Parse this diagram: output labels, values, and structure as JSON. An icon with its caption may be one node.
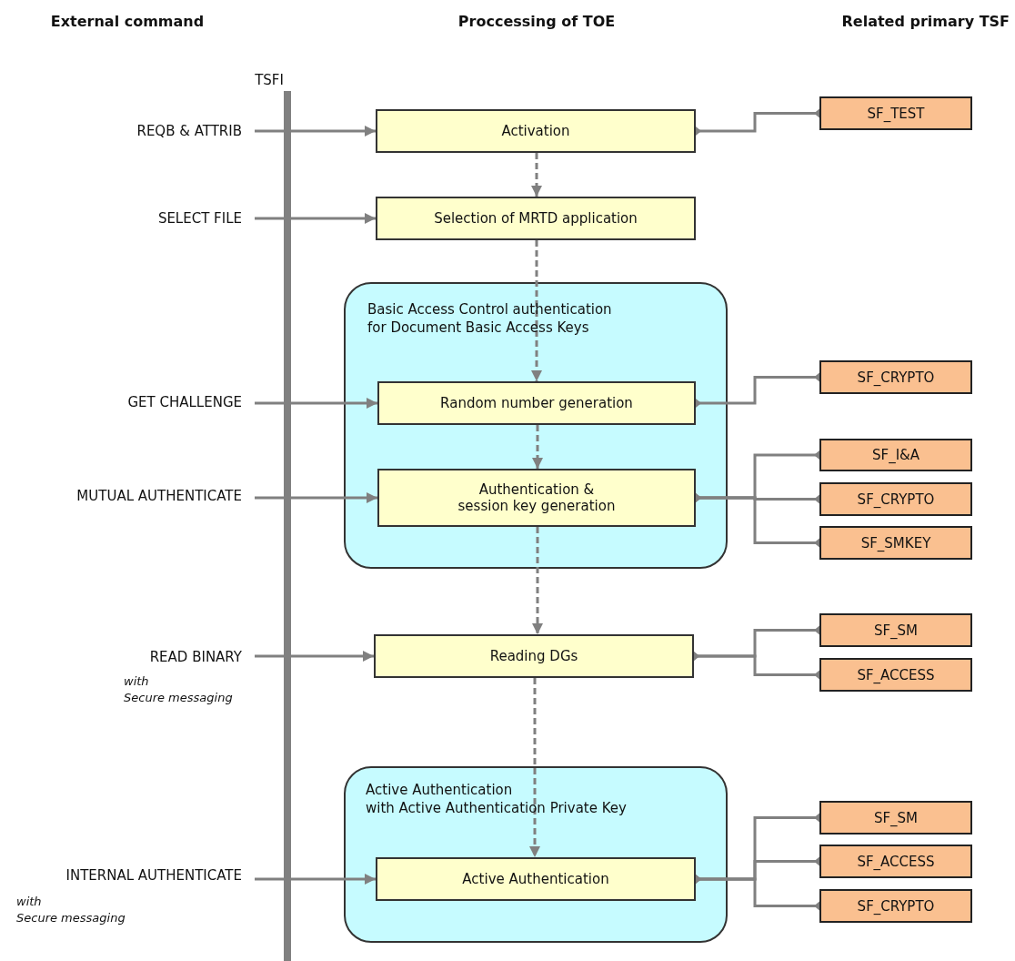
{
  "diagram": {
    "nodes": [
      {
        "text": [
          "REQB & ATTRIB"
        ]
      },
      {
        "text": [
          "Activation"
        ]
      },
      {
        "text": [
          "SF_TEST"
        ]
      },
      {
        "text": [
          "SELECT FILE"
        ]
      },
      {
        "text": [
          "Selection of MRTD application"
        ]
      },
      {
        "text": [
          "Basic Access Control authentication for Document Basic Access Keys"
        ]
      },
      {
        "text": [
          "GET CHALLENGE"
        ]
      },
      {
        "text": [
          "Random number generation"
        ],
        "in": 5
      },
      {
        "text": [
          "SF_CRYPTO"
        ]
      },
      {
        "text": [
          "MUTUAL AUTHENTICATE"
        ]
      },
      {
        "text": [
          "Authentication & session key generation"
        ],
        "in": 5
      },
      {
        "text": [
          "SF_I&A"
        ]
      },
      {
        "text": [
          "SF_CRYPTO"
        ]
      },
      {
        "text": [
          "SF_SMKEY"
        ]
      },
      {
        "text": [
          "READ BINARY"
        ],
        "beside": [
          "with Secure messaging"
        ]
      },
      {
        "text": [
          "Reading DGs"
        ]
      },
      {
        "text": [
          "SF_SM"
        ]
      },
      {
        "text": [
          "SF_ACCESS"
        ]
      },
      {
        "text": [
          "Active Authentication with Active Authentication Private Key"
        ]
      },
      {
        "text": [
          "INTERNAL AUTHENTICATE"
        ],
        "beside": [
          "with Secure messaging"
        ]
      },
      {
        "text": [
          "Active Authentication"
        ],
        "in": 18
      },
      {
        "text": [
          "SF_SM"
        ]
      },
      {
        "text": [
          "SF_ACCESS"
        ]
      },
      {
        "text": [
          "SF_CRYPTO"
        ]
      }
    ],
    "edges": [
      {
        "from": 0,
        "to": 1,
        "arrow": "to"
      },
      {
        "from": 3,
        "to": 4,
        "arrow": "to"
      },
      {
        "from": 6,
        "to": 7,
        "arrow": "to"
      },
      {
        "from": 9,
        "to": 10,
        "arrow": "to"
      },
      {
        "from": 14,
        "to": 15,
        "arrow": "to"
      },
      {
        "from": 19,
        "to": 20,
        "arrow": "to"
      },
      {
        "from": 1,
        "to": 4,
        "arrow": "to",
        "style": "dashed"
      },
      {
        "from": 4,
        "to": 7,
        "arrow": "to",
        "style": "dashed"
      },
      {
        "from": 7,
        "to": 10,
        "arrow": "to",
        "style": "dashed"
      },
      {
        "from": 10,
        "to": 15,
        "arrow": "to",
        "style": "dashed"
      },
      {
        "from": 15,
        "to": 20,
        "arrow": "to",
        "style": "dashed"
      },
      {
        "from": 1,
        "to": 2,
        "arrow": "other"
      },
      {
        "from": 7,
        "to": 8,
        "arrow": "other"
      },
      {
        "from": 10,
        "to": 11,
        "arrow": "other"
      },
      {
        "from": 10,
        "to": 12,
        "arrow": "other"
      },
      {
        "from": 10,
        "to": 13,
        "arrow": "other"
      },
      {
        "from": 15,
        "to": 16,
        "arrow": "other"
      },
      {
        "from": 15,
        "to": 17,
        "arrow": "other"
      },
      {
        "from": 20,
        "to": 21,
        "arrow": "other"
      },
      {
        "from": 20,
        "to": 22,
        "arrow": "other"
      },
      {
        "from": 20,
        "to": 23,
        "arrow": "other"
      }
    ],
    "labels": [
      "External command",
      "Proccessing of TOE",
      "Related primary TSF",
      "TSFI"
    ]
  }
}
